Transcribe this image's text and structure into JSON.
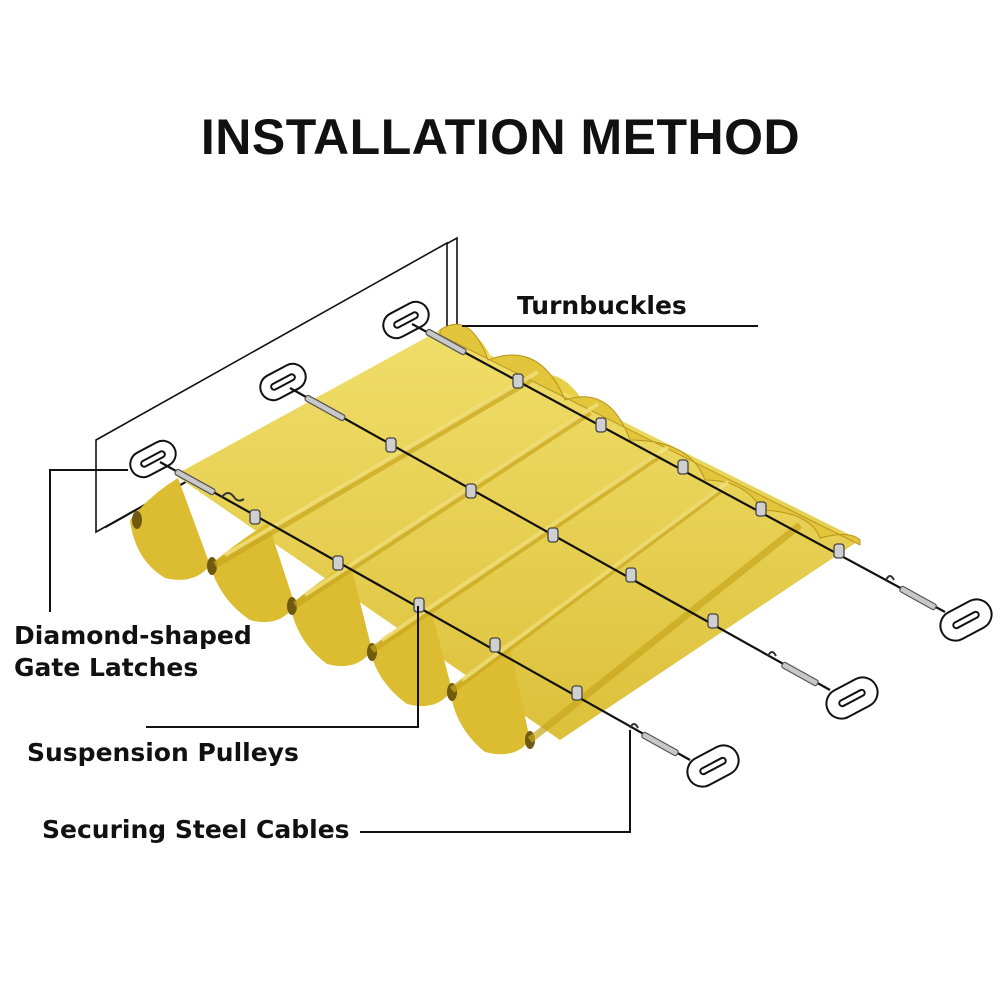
{
  "title": "INSTALLATION METHOD",
  "labels": {
    "turnbuckles": "Turnbuckles",
    "latches_line1": "Diamond-shaped",
    "latches_line2": "Gate Latches",
    "pulleys": "Suspension Pulleys",
    "cables": "Securing Steel Cables"
  },
  "colors": {
    "canopy": "#e8d046",
    "canopy_shadow": "#c9a71e",
    "canopy_light": "#f0de6a",
    "line": "#111111",
    "metal": "#b9b9b9"
  }
}
